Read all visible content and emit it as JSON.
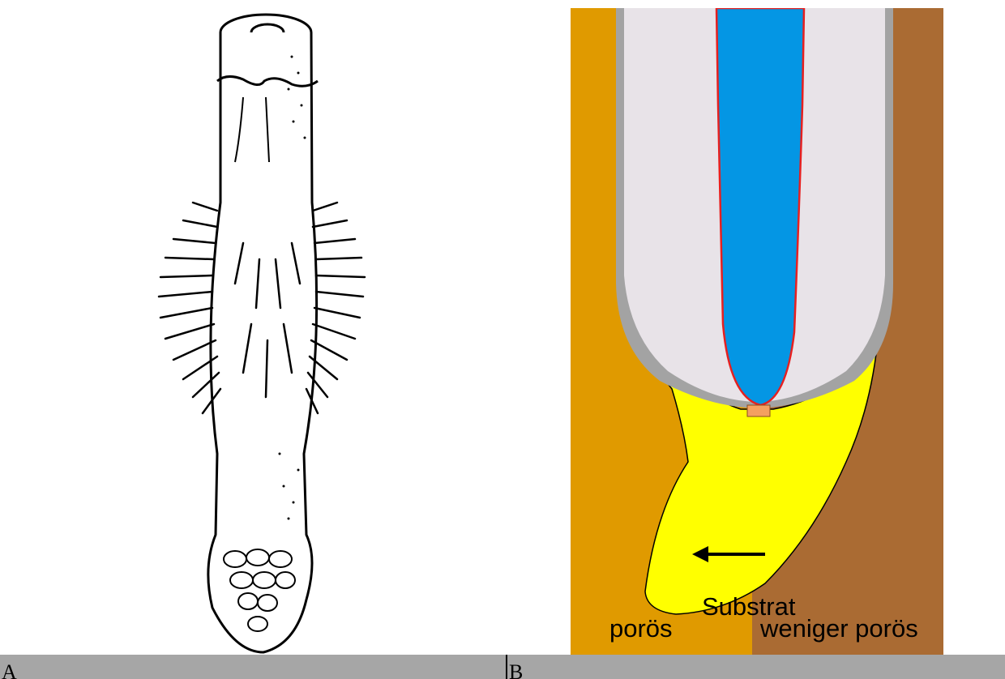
{
  "panels": {
    "a": {
      "caption": "A"
    },
    "b": {
      "caption": "B",
      "labels": {
        "substrat": "Substrat",
        "poroes": "porös",
        "weniger_poroes": "weniger porös"
      }
    }
  },
  "colors": {
    "porous_soil": "#e09a00",
    "less_porous_soil": "#aa6b33",
    "root_tissue": "#e8e3e8",
    "root_cap_border": "#a3a3a3",
    "vascular_cylinder": "#0496e4",
    "vascular_outline": "#e62020",
    "mucilage": "#ffff00",
    "quiescent_center": "#f4a060",
    "caption_bar": "#a6a6a6"
  }
}
